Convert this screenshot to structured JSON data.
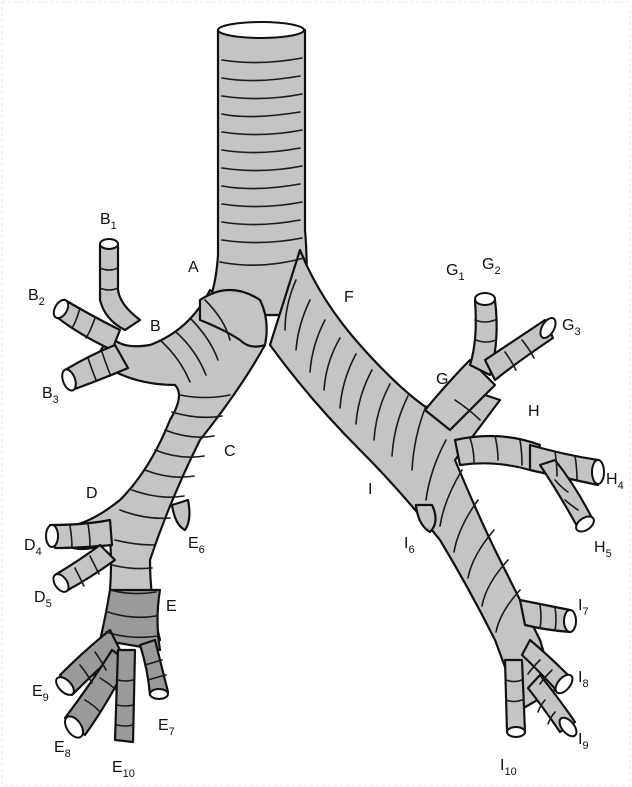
{
  "labels": {
    "A": "A",
    "B": "B",
    "B1": {
      "main": "B",
      "sub": "1"
    },
    "B2": {
      "main": "B",
      "sub": "2"
    },
    "B3": {
      "main": "B",
      "sub": "3"
    },
    "C": "C",
    "D": "D",
    "D4": {
      "main": "D",
      "sub": "4"
    },
    "D5": {
      "main": "D",
      "sub": "5"
    },
    "E": "E",
    "E6": {
      "main": "E",
      "sub": "6"
    },
    "E7": {
      "main": "E",
      "sub": "7"
    },
    "E8": {
      "main": "E",
      "sub": "8"
    },
    "E9": {
      "main": "E",
      "sub": "9"
    },
    "E10": {
      "main": "E",
      "sub": "10"
    },
    "F": "F",
    "G": "G",
    "G1": {
      "main": "G",
      "sub": "1"
    },
    "G2": {
      "main": "G",
      "sub": "2"
    },
    "G3": {
      "main": "G",
      "sub": "3"
    },
    "H": "H",
    "H4": {
      "main": "H",
      "sub": "4"
    },
    "H5": {
      "main": "H",
      "sub": "5"
    },
    "I": "I",
    "I6": {
      "main": "I",
      "sub": "6"
    },
    "I7": {
      "main": "I",
      "sub": "7"
    },
    "I8": {
      "main": "I",
      "sub": "8"
    },
    "I9": {
      "main": "I",
      "sub": "9"
    },
    "I10": {
      "main": "I",
      "sub": "10"
    }
  },
  "colors": {
    "tube": "#c4c4c4",
    "tube_dark": "#9a9a9a",
    "outline": "#111111",
    "opening": "#ffffff"
  }
}
